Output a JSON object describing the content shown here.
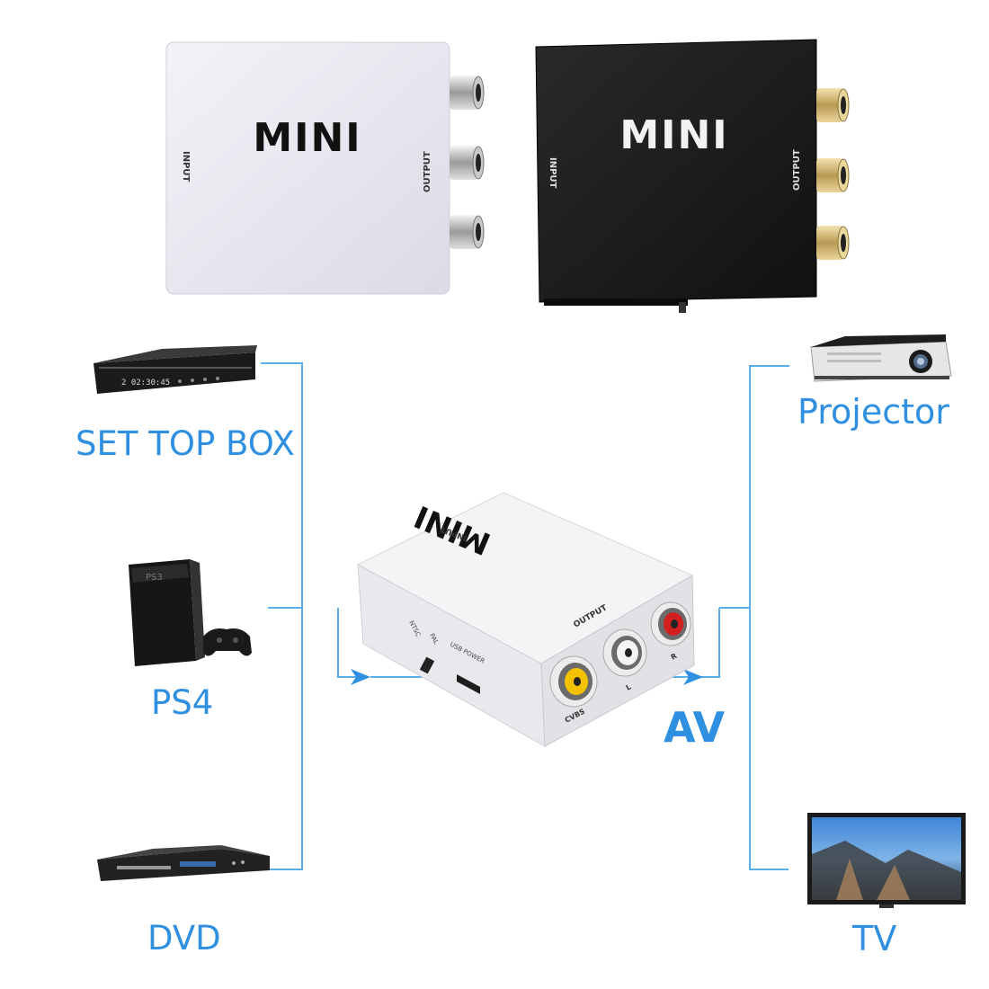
{
  "adapters": {
    "white": {
      "brand": "MINI",
      "input_label": "INPUT",
      "output_label": "OUTPUT"
    },
    "black": {
      "brand": "MINI",
      "input_label": "INPUT",
      "output_label": "OUTPUT"
    }
  },
  "sources": [
    {
      "name": "SET TOP BOX",
      "icon": "set-top-box-icon",
      "display": "2 02:30:45"
    },
    {
      "name": "PS4",
      "icon": "game-console-icon"
    },
    {
      "name": "DVD",
      "icon": "dvd-player-icon"
    }
  ],
  "outputs": [
    {
      "name": "Projector",
      "icon": "projector-icon"
    },
    {
      "name": "TV",
      "icon": "tv-icon"
    }
  ],
  "center_device": {
    "brand": "MINI",
    "input_label": "INPUT",
    "output_label": "OUTPUT",
    "switch_ntsc": "NTSC",
    "switch_pal": "PAL",
    "usb_label": "USB POWER",
    "port_cvbs": "CVBS",
    "port_l": "L",
    "port_r": "R"
  },
  "signal_label": "AV",
  "colors": {
    "accent": "#2f8fe0",
    "line": "#5aaee8",
    "white_adapter": "#ecebf3",
    "black_adapter": "#1c1c1c",
    "rca_yellow": "#f2c200",
    "rca_white": "#f4f4f4",
    "rca_red": "#d21f1f"
  }
}
